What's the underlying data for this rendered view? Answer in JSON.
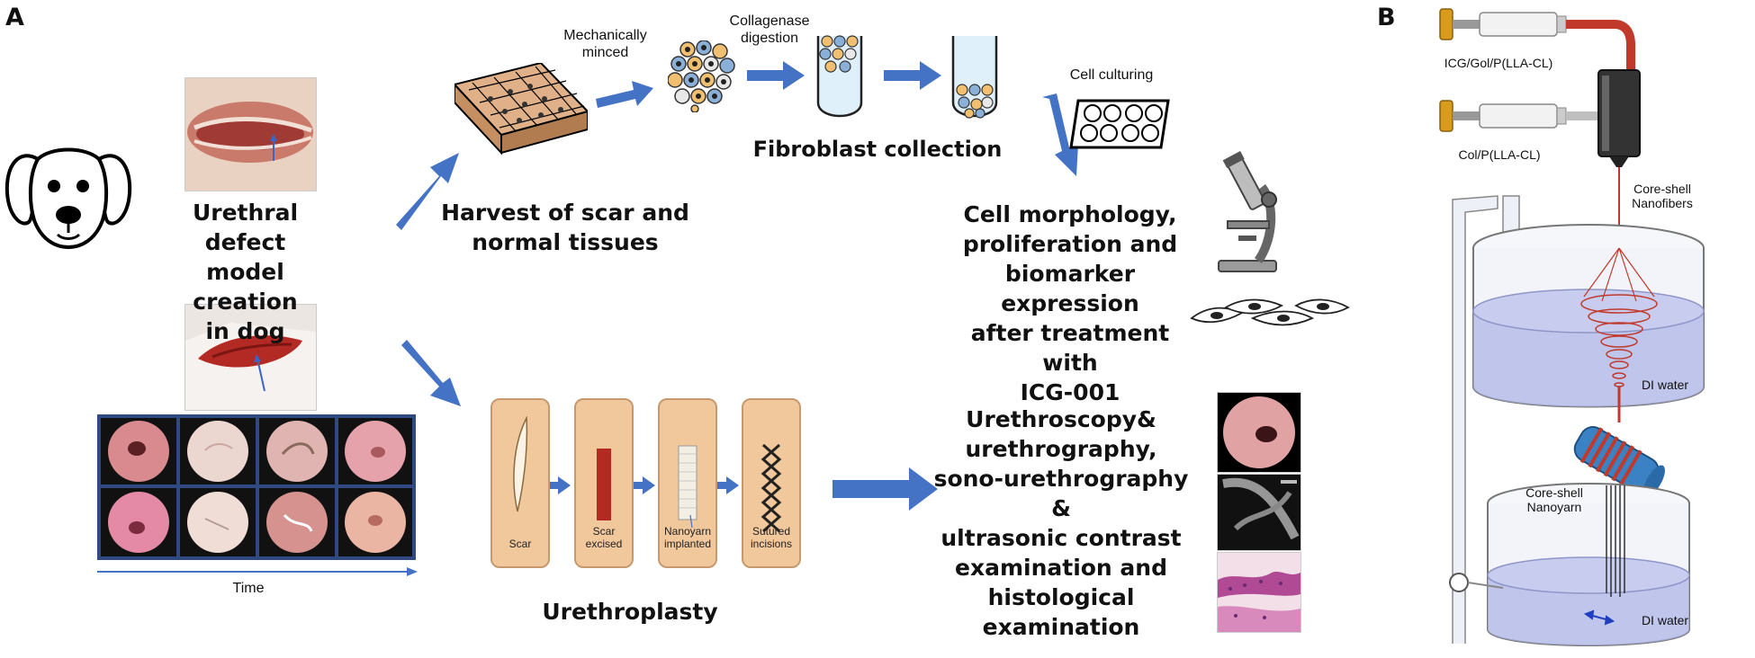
{
  "panels": {
    "a": "A",
    "b": "B"
  },
  "left": {
    "defect_lines": [
      "Urethral defect",
      "model creation",
      "in dog"
    ],
    "time_label": "Time"
  },
  "top_flow": {
    "minced_lines": [
      "Mechanically",
      "minced"
    ],
    "collagenase_lines": [
      "Collagenase",
      "digestion"
    ],
    "harvest_lines": [
      "Harvest of scar and",
      "normal tissues"
    ],
    "fibroblast_collection": "Fibroblast collection",
    "cell_culturing": "Cell culturing",
    "morphology_lines": [
      "Cell morphology,",
      "proliferation and",
      "biomarker expression",
      "after treatment with",
      "ICG-001"
    ]
  },
  "bottom_flow": {
    "steps": [
      {
        "label_lines": [
          "Scar"
        ]
      },
      {
        "label_lines": [
          "Scar",
          "excised"
        ]
      },
      {
        "label_lines": [
          "Nanoyarn",
          "implanted"
        ]
      },
      {
        "label_lines": [
          "Sutured",
          "incisions"
        ]
      }
    ],
    "urethroplasty": "Urethroplasty",
    "exam_lines": [
      "Urethroscopy&",
      "urethrography,",
      "sono-urethrography &",
      "ultrasonic contrast",
      "examination and",
      "histological examination"
    ]
  },
  "panel_b": {
    "syringe1": "ICG/Gol/P(LLA-CL)",
    "syringe2": "Col/P(LLA-CL)",
    "nanofibers_lines": [
      "Core-shell",
      "Nanofibers"
    ],
    "water_top": "DI water",
    "nanoyarn_lines": [
      "Core-shell",
      "Nanoyarn"
    ],
    "water_bottom": "DI water"
  },
  "colors": {
    "arrow_blue": "#4472c4",
    "box_tan": "#f1c79c",
    "scar_red": "#b22a22",
    "tissue_tan": "#d9a070",
    "water_blue": "#aeb5e6",
    "fiber_red": "#c0392b",
    "syringe_gold": "#d99b1c"
  }
}
